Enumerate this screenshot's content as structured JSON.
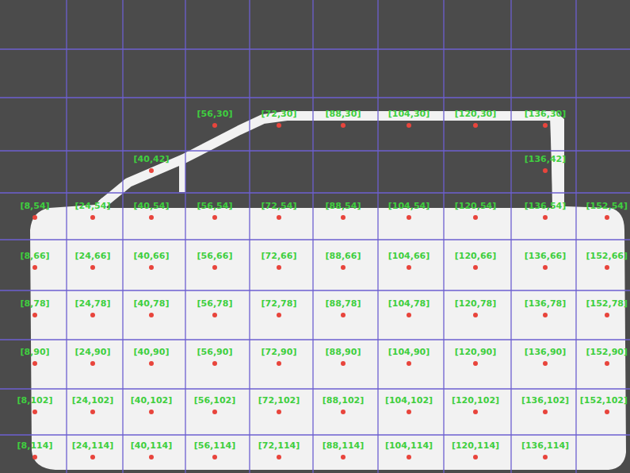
{
  "diagram": {
    "labels": [
      "[56,30]",
      "[72,30]",
      "[88,30]",
      "[104,30]",
      "[120,30]",
      "[136,30]",
      "[40,42]",
      "[136,42]",
      "[8,54]",
      "[24,54]",
      "[40,54]",
      "[56,54]",
      "[72,54]",
      "[88,54]",
      "[104,54]",
      "[120,54]",
      "[136,54]",
      "[152,54]",
      "[8,66]",
      "[24,66]",
      "[40,66]",
      "[56,66]",
      "[72,66]",
      "[88,66]",
      "[104,66]",
      "[120,66]",
      "[136,66]",
      "[152,66]",
      "[8,78]",
      "[24,78]",
      "[40,78]",
      "[56,78]",
      "[72,78]",
      "[88,78]",
      "[104,78]",
      "[120,78]",
      "[136,78]",
      "[152,78]",
      "[8,90]",
      "[24,90]",
      "[40,90]",
      "[56,90]",
      "[72,90]",
      "[88,90]",
      "[104,90]",
      "[120,90]",
      "[136,90]",
      "[152,90]",
      "[8,102]",
      "[24,102]",
      "[40,102]",
      "[56,102]",
      "[72,102]",
      "[88,102]",
      "[104,102]",
      "[120,102]",
      "[136,102]",
      "[152,102]",
      "[8,114]",
      "[24,114]",
      "[40,114]",
      "[56,114]",
      "[72,114]",
      "[88,114]",
      "[104,114]",
      "[120,114]",
      "[136,114]"
    ]
  }
}
